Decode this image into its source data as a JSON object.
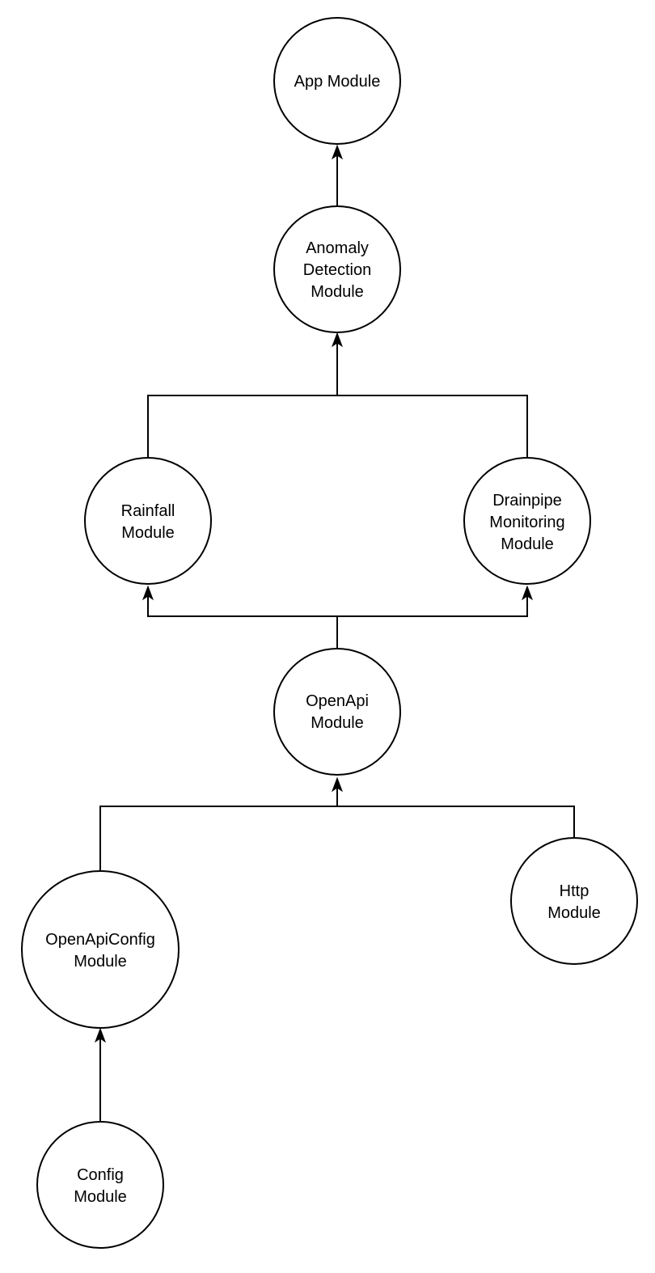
{
  "diagram": {
    "type": "module-dependency-graph",
    "colors": {
      "stroke": "#000000",
      "node_fill": "#ffffff",
      "background": "#ffffff"
    },
    "nodes": [
      {
        "id": "app",
        "lines": [
          "App Module"
        ]
      },
      {
        "id": "anomaly",
        "lines": [
          "Anomaly",
          "Detection",
          "Module"
        ]
      },
      {
        "id": "rainfall",
        "lines": [
          "Rainfall",
          "Module"
        ]
      },
      {
        "id": "drainpipe",
        "lines": [
          "Drainpipe",
          "Monitoring",
          "Module"
        ]
      },
      {
        "id": "openapi",
        "lines": [
          "OpenApi",
          "Module"
        ]
      },
      {
        "id": "openapiconfig",
        "lines": [
          "OpenApiConfig",
          "Module"
        ]
      },
      {
        "id": "http",
        "lines": [
          "Http",
          "Module"
        ]
      },
      {
        "id": "config",
        "lines": [
          "Config",
          "Module"
        ]
      }
    ],
    "edges": [
      {
        "from": "anomaly",
        "to": "app"
      },
      {
        "from": "rainfall",
        "to": "anomaly"
      },
      {
        "from": "drainpipe",
        "to": "anomaly"
      },
      {
        "from": "openapi",
        "to": "rainfall"
      },
      {
        "from": "openapi",
        "to": "drainpipe"
      },
      {
        "from": "openapiconfig",
        "to": "openapi"
      },
      {
        "from": "http",
        "to": "openapi"
      },
      {
        "from": "config",
        "to": "openapiconfig"
      }
    ]
  }
}
